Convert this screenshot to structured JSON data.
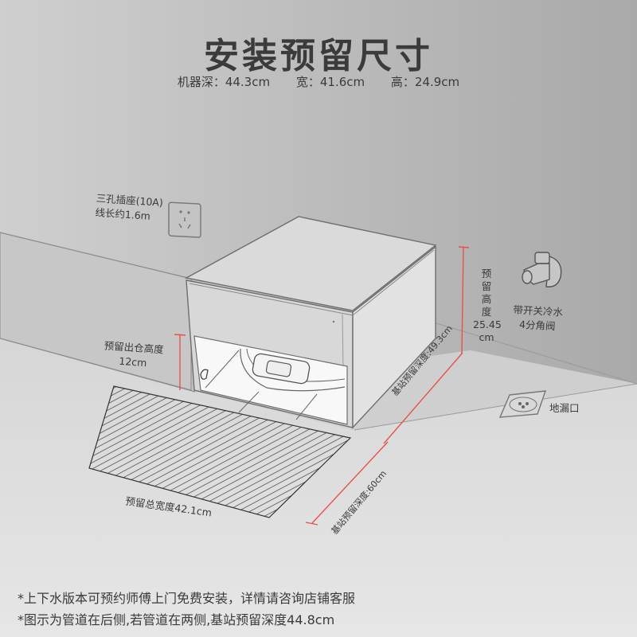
{
  "title": "安装预留尺寸",
  "machine_dims": {
    "depth": "机器深：44.3cm",
    "width": "宽：41.6cm",
    "height": "高：24.9cm"
  },
  "labels": {
    "socket_line1": "三孔插座(10A)",
    "socket_line2": "线长约1.6m",
    "reserve_height_chars": [
      "预",
      "留",
      "高",
      "度"
    ],
    "reserve_height_value": "25.45",
    "reserve_height_unit": "cm",
    "valve_line1": "带开关冷水",
    "valve_line2": "4分角阀",
    "exit_height_line1": "预留出仓高度",
    "exit_height_line2": "12cm",
    "floor_drain": "地漏口",
    "station_depth": "基站预留深度:49.3cm",
    "total_depth": "基站预留深度:60cm",
    "total_width": "预留总宽度42.1cm"
  },
  "notes": [
    "*上下水版本可预约师傅上门免费安装，详情请咨询店铺客服",
    "*图示为管道在后侧,若管道在两侧,基站预留深度44.8cm"
  ],
  "colors": {
    "wall": "#b9b9b9",
    "floor": "#dcdcdc",
    "dimension_line": "#e5534b",
    "text": "#3a3a3a"
  }
}
